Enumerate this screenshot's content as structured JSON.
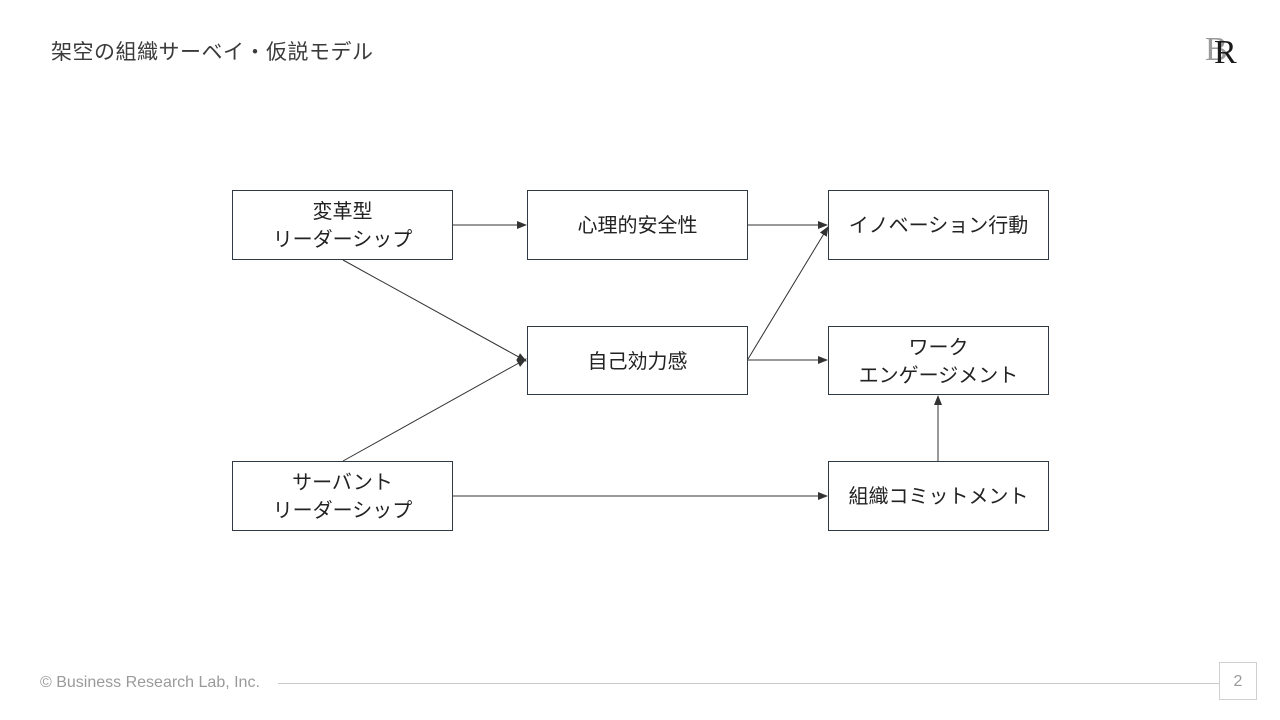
{
  "title": "架空の組織サーベイ・仮説モデル",
  "logo": {
    "text": "BR",
    "icon": "business-research-lab-logo"
  },
  "nodes": {
    "transformational": "変革型\nリーダーシップ",
    "servant": "サーバント\nリーダーシップ",
    "psych_safety": "心理的安全性",
    "self_efficacy": "自己効力感",
    "innovation": "イノベーション行動",
    "engagement": "ワーク\nエンゲージメント",
    "commitment": "組織コミットメント"
  },
  "edges": [
    {
      "from": "transformational",
      "to": "psych_safety"
    },
    {
      "from": "transformational",
      "to": "self_efficacy"
    },
    {
      "from": "servant",
      "to": "self_efficacy"
    },
    {
      "from": "servant",
      "to": "commitment"
    },
    {
      "from": "psych_safety",
      "to": "innovation"
    },
    {
      "from": "self_efficacy",
      "to": "innovation"
    },
    {
      "from": "self_efficacy",
      "to": "engagement"
    },
    {
      "from": "commitment",
      "to": "engagement"
    }
  ],
  "colors": {
    "border": "#2f3a44",
    "arrow": "#333333",
    "footer": "#9a9a9a"
  },
  "footer": {
    "copyright": "© Business Research Lab, Inc.",
    "page_number": "2"
  }
}
